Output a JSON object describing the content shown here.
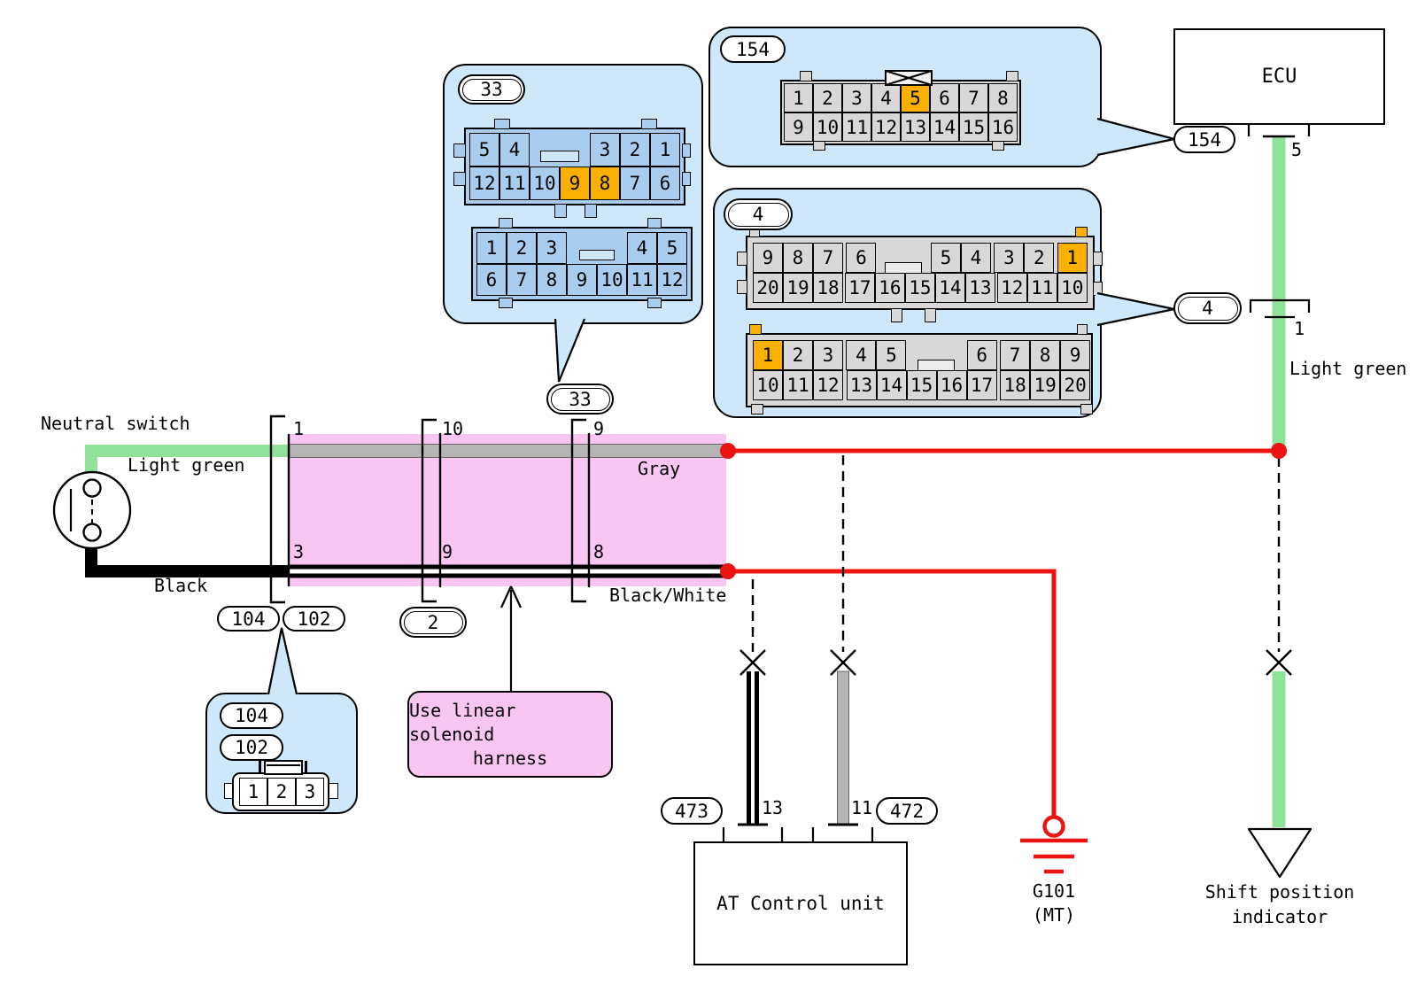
{
  "colors": {
    "panel_blue": "#cfe8f9",
    "cell_blue": "#a9cdee",
    "cell_gray": "#d8d8d8",
    "highlight_orange": "#f9b000",
    "pink": "#f8c6f0",
    "wire_green": "#90e29b",
    "wire_red": "#ec1313",
    "wire_gray": "#b5b5b5"
  },
  "labels": {
    "neutral_switch": "Neutral switch",
    "light_green_left": "Light green",
    "black_wire": "Black",
    "gray_wire": "Gray",
    "black_white_wire": "Black/White",
    "light_green_right": "Light green",
    "ecu": "ECU",
    "at_control_unit": "AT Control unit",
    "ground_name": "G101",
    "ground_sub": "(MT)",
    "shift_indicator_line1": "Shift position",
    "shift_indicator_line2": "indicator",
    "harness_note_line1": "Use linear solenoid",
    "harness_note_line2": "harness"
  },
  "refs": {
    "box33": "33",
    "callout33": "33",
    "box154": "154",
    "callout154": "154",
    "box4": "4",
    "callout4": "4",
    "callout2": "2",
    "callout104": "104",
    "callout102": "102",
    "inner104": "104",
    "inner102": "102",
    "callout473": "473",
    "callout472": "472"
  },
  "pins": {
    "neutral_pin_top": "1",
    "neutral_pin_bottom": "3",
    "mid_pin_top": "10",
    "mid_pin_bottom": "9",
    "right_pin_top": "9",
    "right_pin_bottom": "8",
    "ecu_pin": "5",
    "inline_pin": "1",
    "at_pin_left": "13",
    "at_pin_right": "11"
  },
  "connectors": {
    "c33_upper": [
      [
        {
          "cells": [
            "5",
            "4"
          ]
        },
        {
          "gap": 2
        },
        {
          "cells": [
            "3",
            "2",
            "1"
          ]
        }
      ],
      [
        {
          "cells": [
            "12",
            "11",
            "10",
            "9*",
            "8*",
            "7",
            "6"
          ]
        }
      ]
    ],
    "c33_lower": [
      [
        {
          "cells": [
            "1",
            "2",
            "3"
          ]
        },
        {
          "gap": 2
        },
        {
          "cells": [
            "4",
            "5"
          ]
        }
      ],
      [
        {
          "cells": [
            "6",
            "7",
            "8",
            "9",
            "10",
            "11",
            "12"
          ]
        }
      ]
    ],
    "c154": [
      [
        {
          "cells": [
            "1",
            "2",
            "3",
            "4",
            "5*",
            "6",
            "7",
            "8"
          ]
        }
      ],
      [
        {
          "cells": [
            "9",
            "10",
            "11",
            "12",
            "13",
            "14",
            "15",
            "16"
          ]
        }
      ]
    ],
    "c4_upper": [
      [
        {
          "cells": [
            "9",
            "8",
            "7"
          ]
        },
        {
          "gap": 0.1
        },
        {
          "cells": [
            "6"
          ]
        },
        {
          "gap": 1.81
        },
        {
          "cells": [
            "5",
            "4"
          ]
        },
        {
          "gap": 0.1
        },
        {
          "cells": [
            "3",
            "2"
          ]
        },
        {
          "gap": 0.1
        },
        {
          "cells": [
            "1*"
          ]
        }
      ],
      [
        {
          "cells": [
            "20",
            "19",
            "18"
          ]
        },
        {
          "gap": 0.055
        },
        {
          "cells": [
            "17",
            "16",
            "15",
            "14",
            "13"
          ]
        },
        {
          "gap": 0.055
        },
        {
          "cells": [
            "12",
            "11",
            "10"
          ]
        }
      ]
    ],
    "c4_lower": [
      [
        {
          "cells": [
            "1*",
            "2",
            "3"
          ]
        },
        {
          "gap": 0.1
        },
        {
          "cells": [
            "4",
            "5"
          ]
        },
        {
          "gap": 2.01
        },
        {
          "cells": [
            "6"
          ]
        },
        {
          "gap": 0.1
        },
        {
          "cells": [
            "7",
            "8",
            "9"
          ]
        }
      ],
      [
        {
          "cells": [
            "10",
            "11",
            "12"
          ]
        },
        {
          "gap": 0.105
        },
        {
          "cells": [
            "13",
            "14",
            "15",
            "16",
            "17"
          ]
        },
        {
          "gap": 0.105
        },
        {
          "cells": [
            "18",
            "19",
            "20"
          ]
        }
      ]
    ],
    "c3pin": [
      [
        {
          "cells": [
            "1",
            "2",
            "3"
          ]
        }
      ]
    ]
  }
}
